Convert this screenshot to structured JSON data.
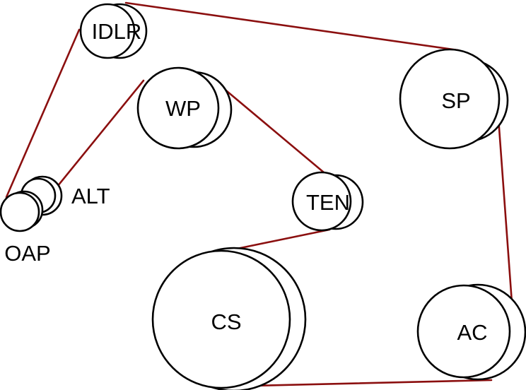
{
  "diagram": {
    "belt_color": "#8b0f0f",
    "pulley_stroke": "#000000",
    "labels": {
      "idlr": "IDLR",
      "wp": "WP",
      "sp": "SP",
      "alt": "ALT",
      "ten": "TEN",
      "oap": "OAP",
      "cs": "CS",
      "ac": "AC"
    }
  }
}
